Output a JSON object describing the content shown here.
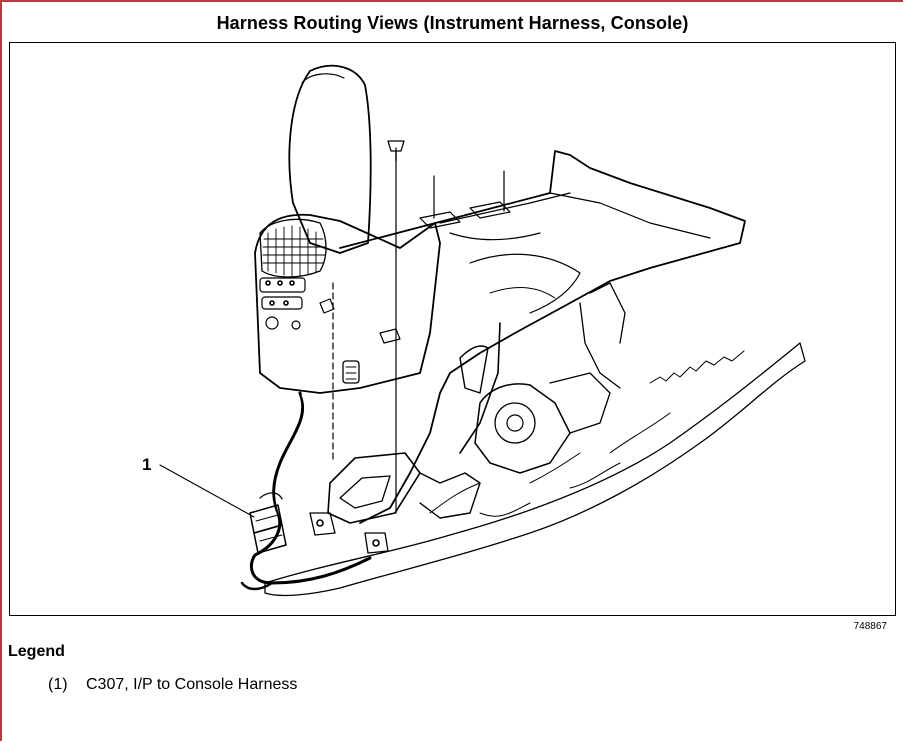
{
  "title": "Harness Routing Views (Instrument Harness, Console)",
  "figure": {
    "callout_label": "1",
    "figure_id": "748867"
  },
  "legend": {
    "heading": "Legend",
    "items": [
      {
        "number": "(1)",
        "text": "C307, I/P to Console Harness"
      }
    ]
  }
}
